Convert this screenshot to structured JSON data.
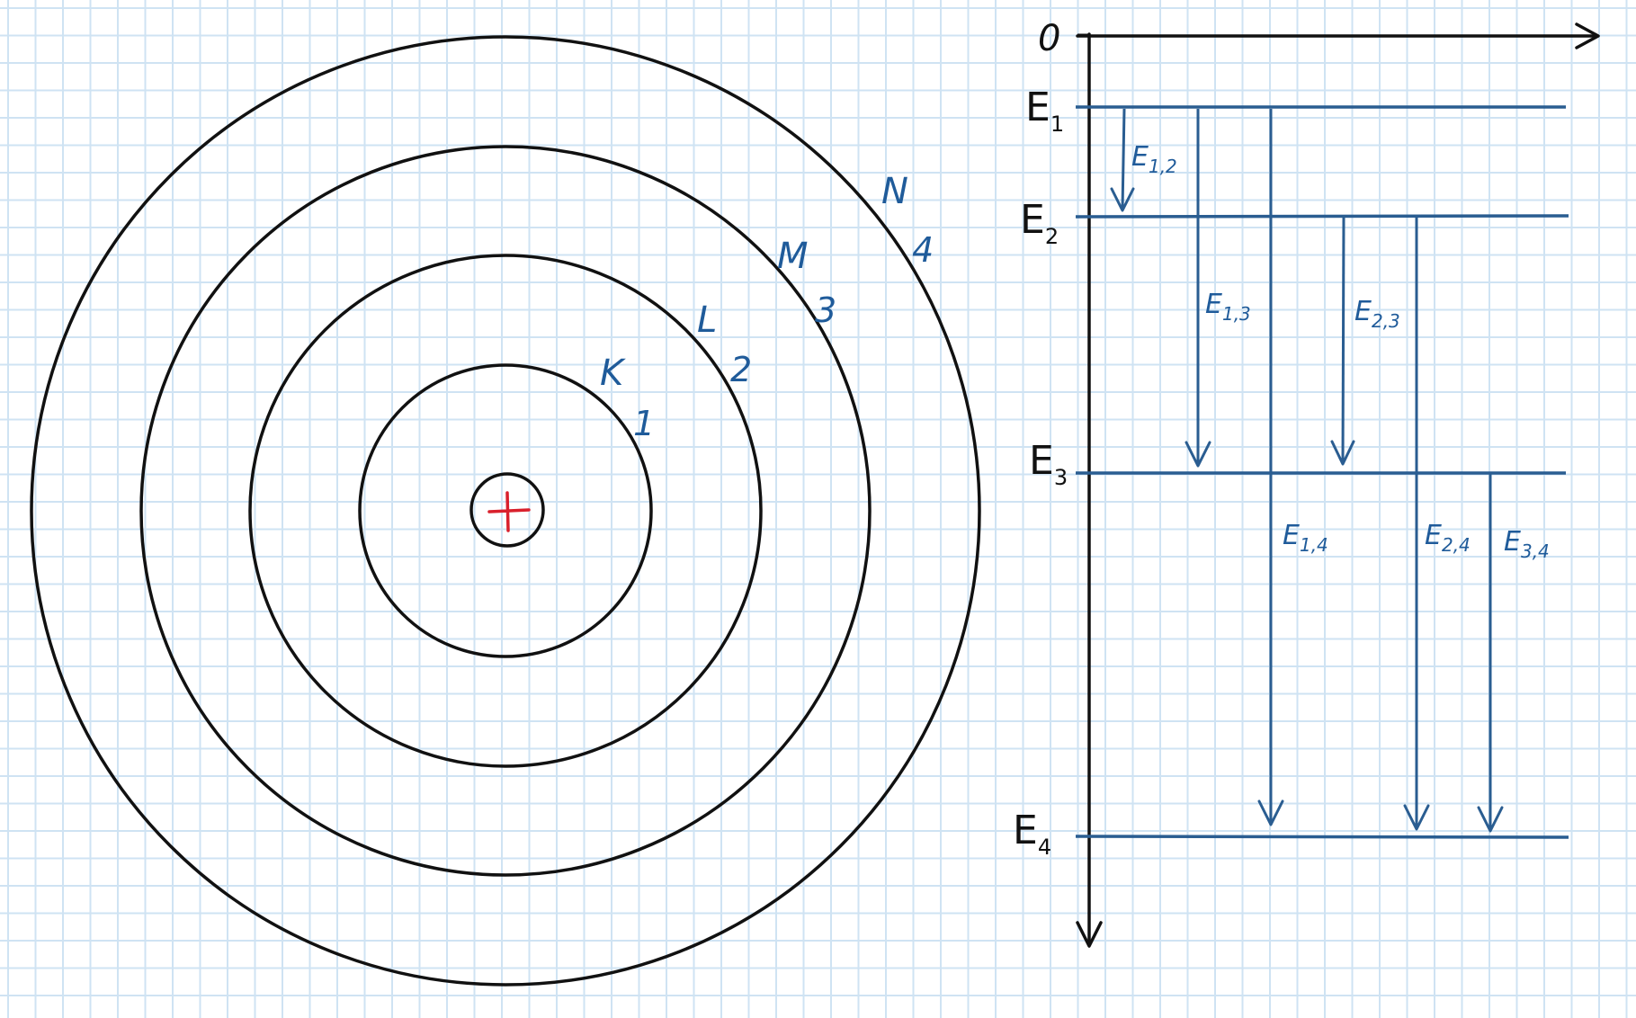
{
  "nucleus": {
    "symbol": "+",
    "color": "#d9202c"
  },
  "shells": [
    {
      "letter": "K",
      "number": "1"
    },
    {
      "letter": "L",
      "number": "2"
    },
    {
      "letter": "M",
      "number": "3"
    },
    {
      "letter": "N",
      "number": "4"
    }
  ],
  "energy_axis": {
    "zero_label": "0"
  },
  "levels": [
    {
      "symbol": "E",
      "sub": "1"
    },
    {
      "symbol": "E",
      "sub": "2"
    },
    {
      "symbol": "E",
      "sub": "3"
    },
    {
      "symbol": "E",
      "sub": "4"
    }
  ],
  "transitions": [
    {
      "symbol": "E",
      "sub": "1,2"
    },
    {
      "symbol": "E",
      "sub": "1,3"
    },
    {
      "symbol": "E",
      "sub": "2,3"
    },
    {
      "symbol": "E",
      "sub": "1,4"
    },
    {
      "symbol": "E",
      "sub": "2,4"
    },
    {
      "symbol": "E",
      "sub": "3,4"
    }
  ],
  "colors": {
    "orbit": "#111111",
    "nucleus_plus": "#d9202c",
    "labels": "#1f5b9a",
    "levels": "#2a5d91",
    "grid": "#cfe3f3"
  }
}
